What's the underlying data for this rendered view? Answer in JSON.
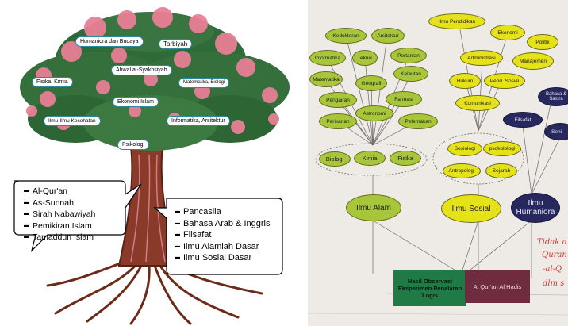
{
  "tree": {
    "labels": [
      "Humaniora dan Budaya",
      "Tarbiyah",
      "Ahwal al-Syakhsiyah",
      "Fisika, Kimia",
      "Matematika, Biologi",
      "Ekonomi Islam",
      "Ilmu-Ilmu Kesehatan",
      "Informatika, Arsitektur",
      "Psikologi"
    ],
    "root_bubble": [
      "Al-Qur'an",
      "As-Sunnah",
      "Sirah Nabawiyah",
      "Pemikiran Islam",
      "Tamaddun Islam"
    ],
    "trunk_bubble": [
      "Pancasila",
      "Bahasa Arab & Inggris",
      "Filsafat",
      "Ilmu Alamiah Dasar",
      "Ilmu Sosial Dasar"
    ]
  },
  "diagram": {
    "alam_nodes": [
      "Kedokteran",
      "Arsitektur",
      "Informatika",
      "Teknik",
      "Pertanian",
      "Matematika",
      "Geografi",
      "Kelautan",
      "Pengairan",
      "Farmasi",
      "Astronomi",
      "Perikanan",
      "Peternakan"
    ],
    "alam_core": [
      "Biologi",
      "Kimia",
      "Fisika"
    ],
    "sosial_nodes": [
      "Ilmu Pendidikan",
      "Ekonomi",
      "Politik",
      "Administrasi",
      "Manajemen",
      "Hukum",
      "Pend. Sosial",
      "Komunikasi"
    ],
    "sosial_core": [
      "Sosiologi",
      "psokolologi",
      "Antropologi",
      "Sejarah"
    ],
    "humaniora_nodes": [
      "Bahasa & Sastra",
      "Filsafat",
      "Seni"
    ],
    "main": {
      "alam": "Ilmu Alam",
      "sosial": "Ilmu Sosial",
      "humaniora": "Ilmu Humaniora"
    },
    "base_left": "Hasil Observasi Eksperimen Penalaran Logis",
    "base_right": "Al Qur'an Al Hadis",
    "handwriting": [
      "Tidak a",
      "Quran",
      "-al-Q",
      "dlm s"
    ]
  }
}
